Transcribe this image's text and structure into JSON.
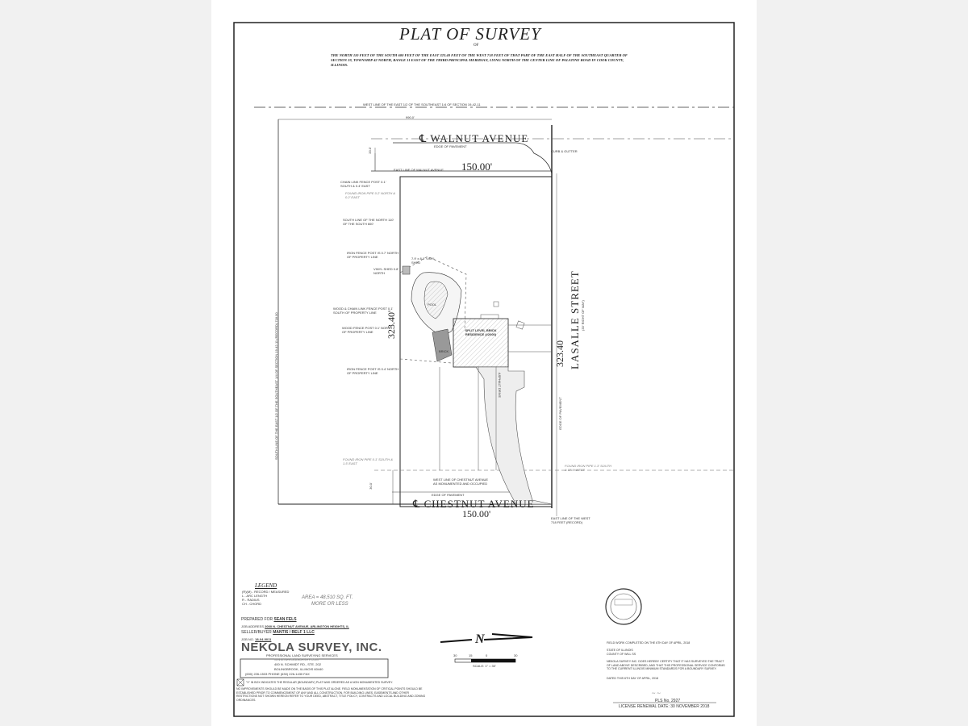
{
  "title": "PLAT OF SURVEY",
  "of": "OF",
  "legal_description": "THE NORTH 110 FEET OF THE SOUTH 600 FEET OF THE EAST 323.40 FEET OF THE WEST 718 FEET OF THAT PART OF THE EAST HALF OF THE SOUTHEAST QUARTER OF SECTION 19, TOWNSHIP 42 NORTH, RANGE 11 EAST OF THE THIRD PRINCIPAL MERIDIAN, LYING NORTH OF THE CENTER LINE OF PALATINE ROAD IN COOK COUNTY, ILLINOIS.",
  "drawing": {
    "west_line_label": "WEST LINE OF THE EAST 1/2 OF THE SOUTHEAST 1/4 OF SECTION 19-42-11",
    "top_dimension": "990.0'",
    "walnut": "WALNUT AVENUE",
    "edge_pavement": "EDGE OF PAVEMENT",
    "curb": "CURB & GUTTER",
    "east_line_walnut": "EAST LINE OF WALNUT AVENUE",
    "north_dim": "150.00'",
    "walnut_offset": "33.0'",
    "chain_link": "CHAIN LINK FENCE POST 0.1' SOUTH & 0.4' EAST",
    "found_pipe_nw": "FOUND IRON PIPE 0.2' NORTH & 0.2' EAST",
    "south_line": "SOUTH LINE OF THE NORTH 110' OF THE SOUTH 600'",
    "iron_post_1": "IRON FENCE POST IS 0.7' NORTH OF PROPERTY LINE",
    "vinyl_shed": "VINYL SHED 0.8' NORTH",
    "shed_size": "7.9' x 8.0' VINYL SHED",
    "wood_chain": "WOOD & CHAIN LINK FENCE POST 0.1' SOUTH OF PROPERTY LINE",
    "wood_post": "WOOD FENCE POST 0.1' NORTH OF PROPERTY LINE",
    "iron_post_2": "IRON FENCE POST IS 0.4' NORTH OF PROPERTY LINE",
    "pool": "POOL",
    "brick": "BRICK",
    "house": "SPLIT LEVEL BRICK RESIDENCE (#2000)",
    "driveway": "ASPHALT DRIVE",
    "west_dim": "323.40'",
    "east_dim": "323.40",
    "lasalle": "LASALLE STREET",
    "lasalle_row": "(33' RIGHT OF WAY)",
    "far_west_line": "SOUTH LINE OF THE EAST 1/2 OF THE SOUTHEAST 1/4 OF SECTION 19-42-11 (RECORD) 718.00",
    "found_pipe_sw": "FOUND IRON PIPE 0.1' SOUTH & 1.5' EAST",
    "found_pipe_se": "FOUND IRON PIPE 1.3' SOUTH & 37.9' WEST",
    "west_line_chestnut": "WEST LINE OF CHESTNUT AVENUE AS MONUMENTED AND OCCUPIED",
    "chestnut_edge": "EDGE OF PAVEMENT",
    "chestnut": "CHESTNUT AVENUE",
    "south_dim": "150.00'",
    "east_line_west": "EAST LINE OF THE WEST 718 FEET (RECORD)",
    "chestnut_offset": "30.0'",
    "edge_right": "EDGE OF PAVEMENT"
  },
  "legend": {
    "title": "LEGEND",
    "items": [
      "(R)(M) - RECORD / MEASURED",
      "L - ARC LENGTH",
      "R - RADIUS",
      "CH - CHORD"
    ],
    "area": "AREA = 48,510 SQ. FT.",
    "area2": "MORE OR LESS"
  },
  "job": {
    "prepared_label": "PREPARED FOR",
    "prepared": "SEAN FELS",
    "address_label": "JOB ADDRESS",
    "address": "2000 N. CHESTNUT AVENUE, ARLINGTON HEIGHTS, IL",
    "seller_label": "SELLER/BUYER",
    "seller": "MANTIS / BELF 1 LLC",
    "jobno_label": "JOB NO.",
    "jobno": "18-04-0011"
  },
  "company": {
    "name": "NEKOLA SURVEY, INC.",
    "tagline": "PROFESSIONAL LAND SURVEYING SERVICES",
    "web": "WWW.NEKOLASURVEY.COM",
    "addr1": "400 N. SCHMIDT RD., STE. 202",
    "addr2": "BOLINGBROOK, ILLINOIS 60440",
    "phone": "(630) 226-1533 PHONE (630) 226-1430 FAX"
  },
  "notes": {
    "x_note": "\"X\" IN BOX INDICATES THE REGULAR (BOUNDARY) PLAT WAS ORDERED AS A NON MONUMENTED SURVEY.",
    "disclaimer": "NO IMPROVEMENTS SHOULD BE MADE ON THE BASIS OF THIS PLAT ALONE. FIELD MONUMENTATION OF CRITICAL POINTS SHOULD BE ESTABLISHED PRIOR TO COMMENCEMENT OF ANY AND ALL CONSTRUCTION. FOR BUILDING LINES, EASEMENTS AND OTHER RESTRICTIONS NOT SHOWN HEREON REFER TO YOUR DEED, ABSTRACT, TITLE POLICY, CONTRACTS AND LOCAL BUILDING AND ZONING ORDINANCES."
  },
  "north": {
    "label": "N",
    "ticks": [
      "30",
      "15",
      "0",
      "30"
    ],
    "scale": "SCALE: 1\" = 30'"
  },
  "certificate": {
    "field": "FIELD WORK COMPLETED ON THE 6TH DAY OF APRIL, 2018",
    "state": "STATE OF ILLINOIS",
    "county": "COUNTY OF WILL  SS",
    "statement": "NEKOLA SURVEY INC. DOES HEREBY CERTIFY THAT IT HAS SURVEYED THE TRACT OF LAND ABOVE DESCRIBED, AND THAT THIS PROFESSIONAL SERVICE CONFORMS TO THE CURRENT ILLINOIS MINIMUM STANDARDS FOR A BOUNDARY SURVEY.",
    "dated": "DATED THIS 6TH DAY OF APRIL, 2018",
    "pls": "PLS No. 2927",
    "renewal": "LICENSE RENEWAL DATE: 30 NOVEMBER 2018",
    "seal": "PROFESSIONAL LAND SURVEYOR STATE OF ILLINOIS"
  }
}
